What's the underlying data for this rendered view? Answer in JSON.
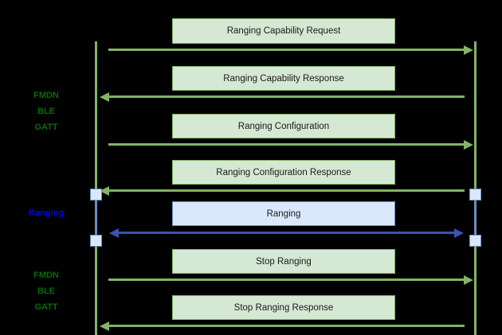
{
  "diagram": {
    "type": "sequence-diagram",
    "background_color": "#000000",
    "colors": {
      "green_fill": "#d5e8d4",
      "green_stroke": "#82b366",
      "blue_fill": "#dae8fc",
      "blue_stroke": "#6c8ebf",
      "green_text": "#0a6b0a",
      "blue_text": "#0000ee",
      "blue_arrow": "#3f51b5"
    },
    "phase_labels": [
      {
        "id": "phase-fmdn-ble-gatt-top",
        "text": "FMDN\nBLE\nGATT",
        "color_key": "green_text"
      },
      {
        "id": "phase-ranging",
        "text": "Ranging",
        "color_key": "blue_text"
      },
      {
        "id": "phase-fmdn-ble-gatt-bottom",
        "text": "FMDN\nBLE\nGATT",
        "color_key": "green_text"
      }
    ],
    "lifelines": [
      {
        "id": "lifeline-left",
        "label": ""
      },
      {
        "id": "lifeline-right",
        "label": ""
      }
    ],
    "messages": [
      {
        "id": "msg-1",
        "label": "Ranging Capability Request",
        "style": "green",
        "direction": "right"
      },
      {
        "id": "msg-2",
        "label": "Ranging Capability Response",
        "style": "green",
        "direction": "left"
      },
      {
        "id": "msg-3",
        "label": "Ranging Configuration",
        "style": "green",
        "direction": "right"
      },
      {
        "id": "msg-4",
        "label": "Ranging Configuration Response",
        "style": "green",
        "direction": "left"
      },
      {
        "id": "msg-5",
        "label": "Ranging",
        "style": "blue",
        "direction": "both"
      },
      {
        "id": "msg-6",
        "label": "Stop Ranging",
        "style": "green",
        "direction": "right"
      },
      {
        "id": "msg-7",
        "label": "Stop Ranging Response",
        "style": "green",
        "direction": "left"
      }
    ]
  }
}
